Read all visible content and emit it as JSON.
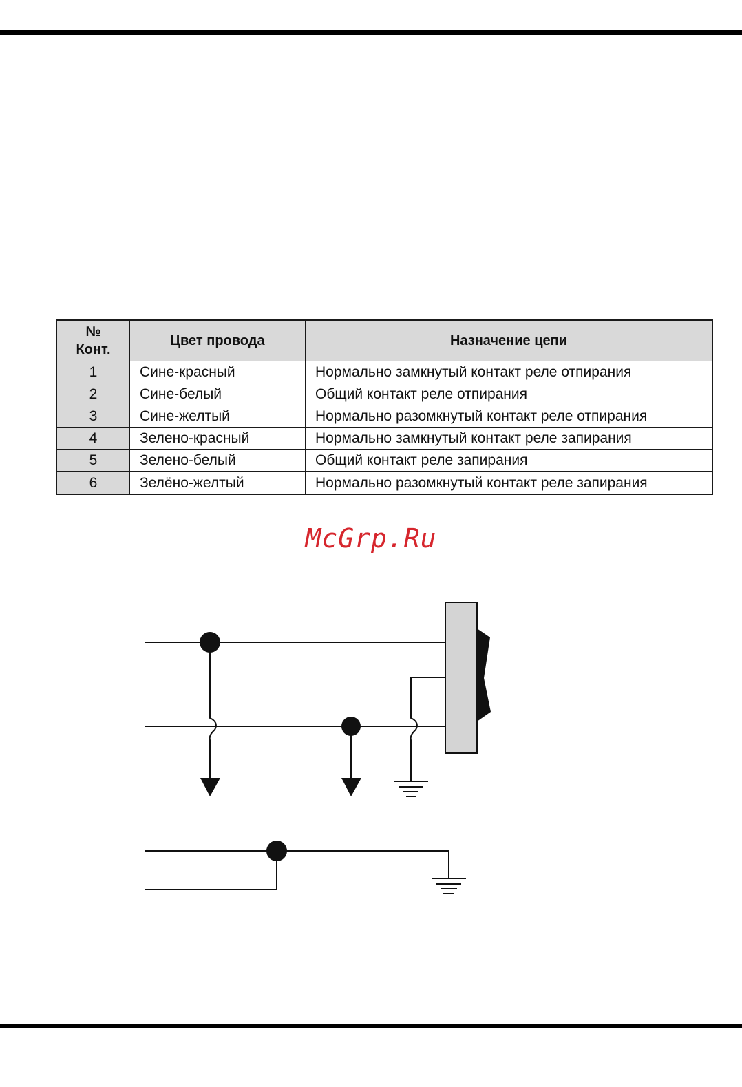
{
  "table": {
    "headers": {
      "number": "№\nКонт.",
      "number_line1": "№",
      "number_line2": "Конт.",
      "color": "Цвет провода",
      "purpose": "Назначение цепи"
    },
    "rows": [
      {
        "num": "1",
        "color": "Сине-красный",
        "purpose": "Нормально замкнутый контакт реле отпирания"
      },
      {
        "num": "2",
        "color": "Сине-белый",
        "purpose": "Общий контакт реле отпирания"
      },
      {
        "num": "3",
        "color": "Сине-желтый",
        "purpose": "Нормально разомкнутый контакт реле отпирания"
      },
      {
        "num": "4",
        "color": "Зелено-красный",
        "purpose": "Нормально замкнутый контакт реле запирания"
      },
      {
        "num": "5",
        "color": "Зелено-белый",
        "purpose": "Общий контакт реле запирания"
      },
      {
        "num": "6",
        "color": "Зелёно-желтый",
        "purpose": "Нормально разомкнутый контакт реле запирания"
      }
    ]
  },
  "watermark": "McGrp.Ru",
  "colors": {
    "watermark": "#d6262d",
    "header_fill": "#d9d9d9",
    "switch_fill": "#d4d4d4",
    "line": "#111111"
  },
  "diagram": {
    "elements": [
      "junction-dot",
      "arrow-down",
      "ground-symbol",
      "switch-body"
    ]
  }
}
